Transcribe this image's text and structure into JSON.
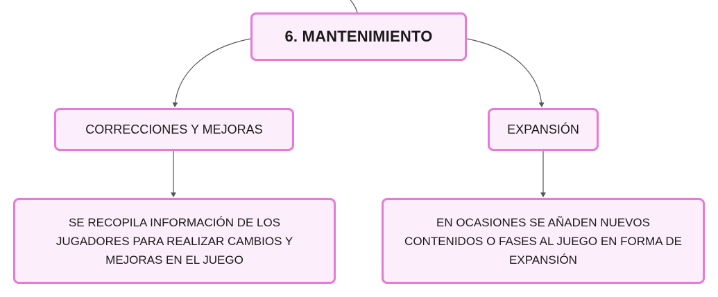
{
  "root": {
    "label": "6. MANTENIMIENTO"
  },
  "branches": [
    {
      "label": "CORRECCIONES Y MEJORAS",
      "detail": "SE RECOPILA INFORMACIÓN DE LOS JUGADORES PARA REALIZAR CAMBIOS Y MEJORAS EN EL JUEGO"
    },
    {
      "label": "EXPANSIÓN",
      "detail": "EN OCASIONES SE AÑADEN NUEVOS CONTENIDOS O FASES AL JUEGO EN FORMA DE EXPANSIÓN"
    }
  ],
  "colors": {
    "node_fill": "#fdeefb",
    "node_border": "#e779da",
    "connector": "#555555"
  }
}
